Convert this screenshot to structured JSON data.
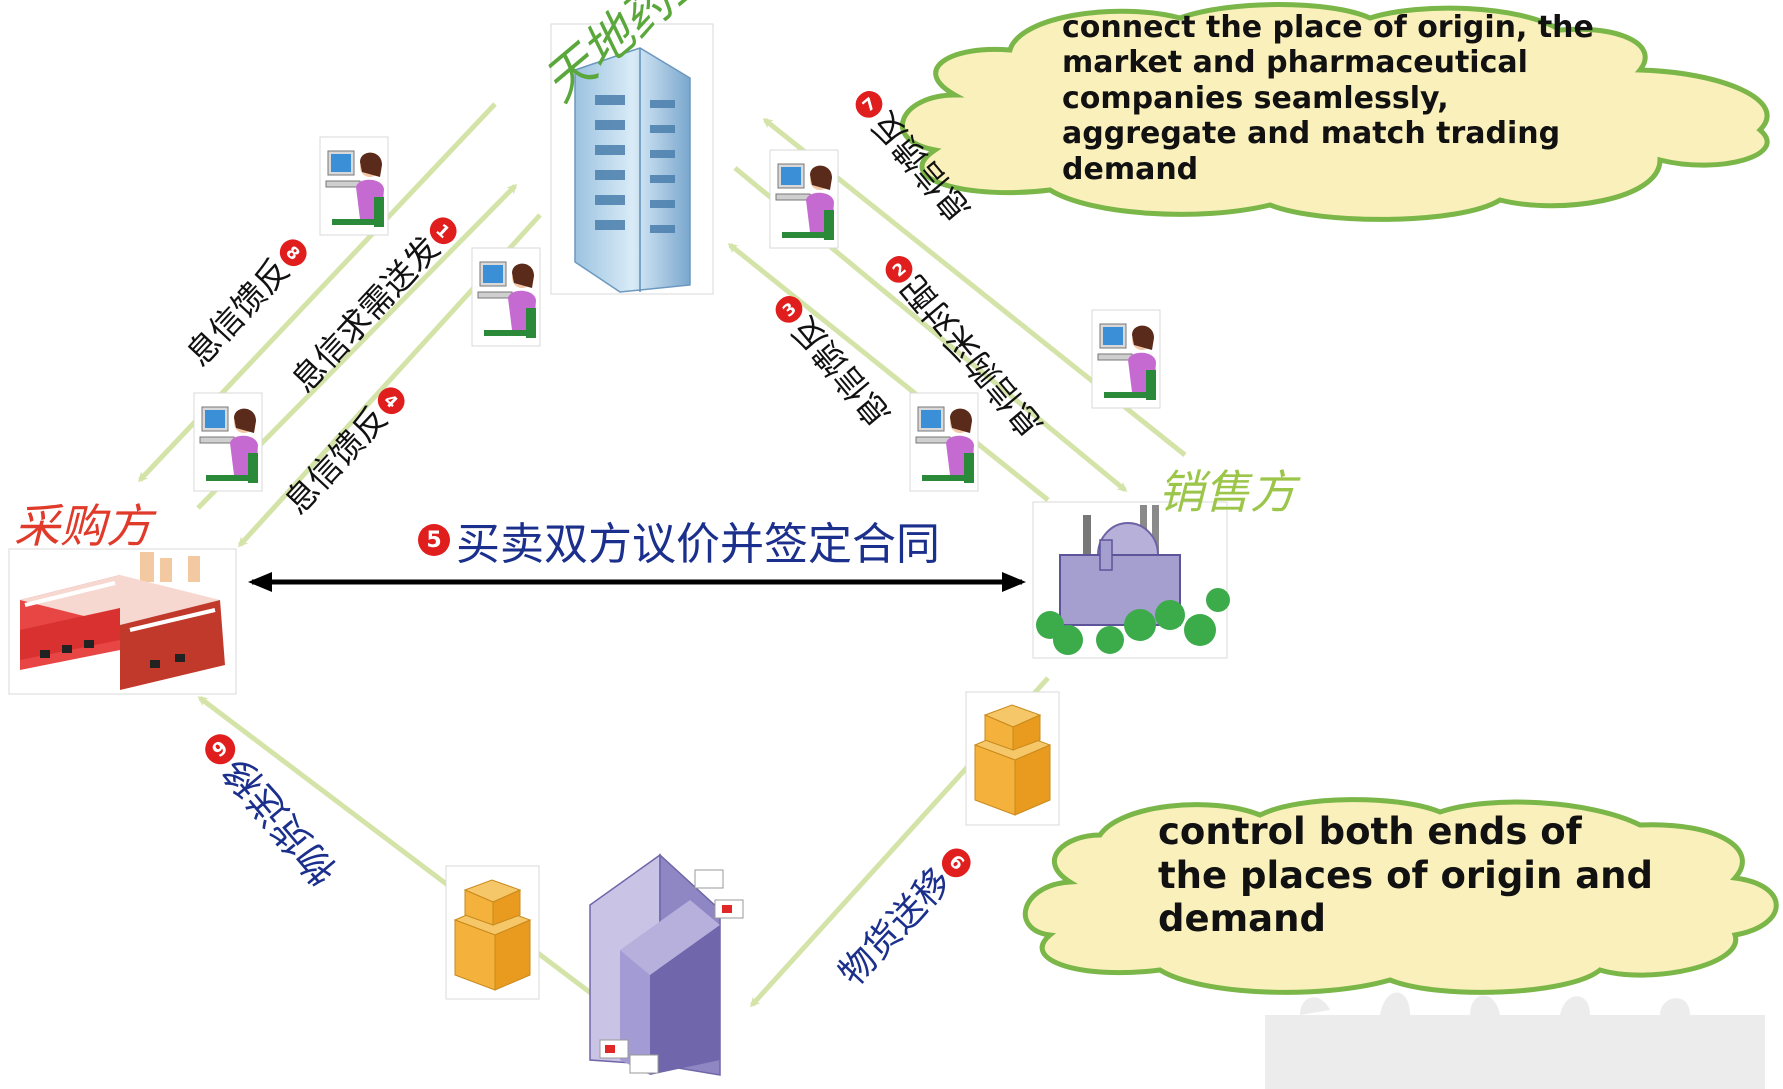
{
  "nodes": {
    "center_company": "天地药业",
    "buyer": "采购方",
    "seller": "销售方"
  },
  "steps": [
    {
      "num": "1",
      "text": "发送需求信息"
    },
    {
      "num": "2",
      "text": "配对采购信息"
    },
    {
      "num": "3",
      "text": "反馈信息"
    },
    {
      "num": "4",
      "text": "反馈信息"
    },
    {
      "num": "5",
      "text": "买卖双方议价并签定合同"
    },
    {
      "num": "6",
      "text": "移送货物"
    },
    {
      "num": "7",
      "text": "反馈信息"
    },
    {
      "num": "8",
      "text": "反馈信息"
    },
    {
      "num": "9",
      "text": "移送货物"
    }
  ],
  "clouds": {
    "top": [
      "connect the place of origin, the",
      "market and pharmaceutical",
      "companies seamlessly,",
      "aggregate and match trading",
      "demand"
    ],
    "bottom": [
      "control both ends of",
      "the places of origin and",
      "demand"
    ]
  },
  "colors": {
    "arrow_green": "#d4e4a8",
    "contract_arrow": "#000000",
    "step_badge": "#e01e1e",
    "buyer_label": "#e03a2a",
    "seller_label": "#9cc64a",
    "company_label": "#5aa73c",
    "step_text_blue": "#1b2f8c",
    "cloud_fill": "#faf0bc",
    "cloud_stroke": "#7ab648"
  },
  "icons": [
    "office-building-icon",
    "factory-buyer-icon",
    "factory-seller-icon",
    "warehouse-icon",
    "cargo-box-icon",
    "computer-operator-icon"
  ]
}
